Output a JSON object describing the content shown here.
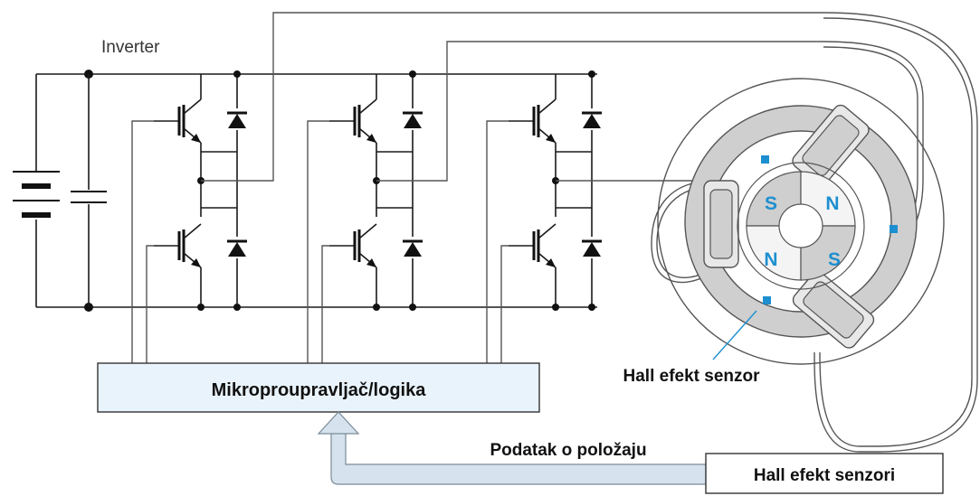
{
  "labels": {
    "inverter": "Inverter",
    "controller": "Mikroproupravljač/logika",
    "hall_sensor": "Hall efekt senzor",
    "hall_sensors": "Hall efekt senzori",
    "position_data": "Podatak o položaju"
  },
  "rotor_poles": {
    "top_left": "S",
    "top_right": "N",
    "bottom_left": "N",
    "bottom_right": "S"
  },
  "colors": {
    "controller_fill": "#e9f3fb",
    "arrow_fill": "#d6e3ee",
    "pole_text": "#1d8fd0",
    "hall_sensor": "#1d8fd0",
    "stator": "#cfcfcf"
  }
}
